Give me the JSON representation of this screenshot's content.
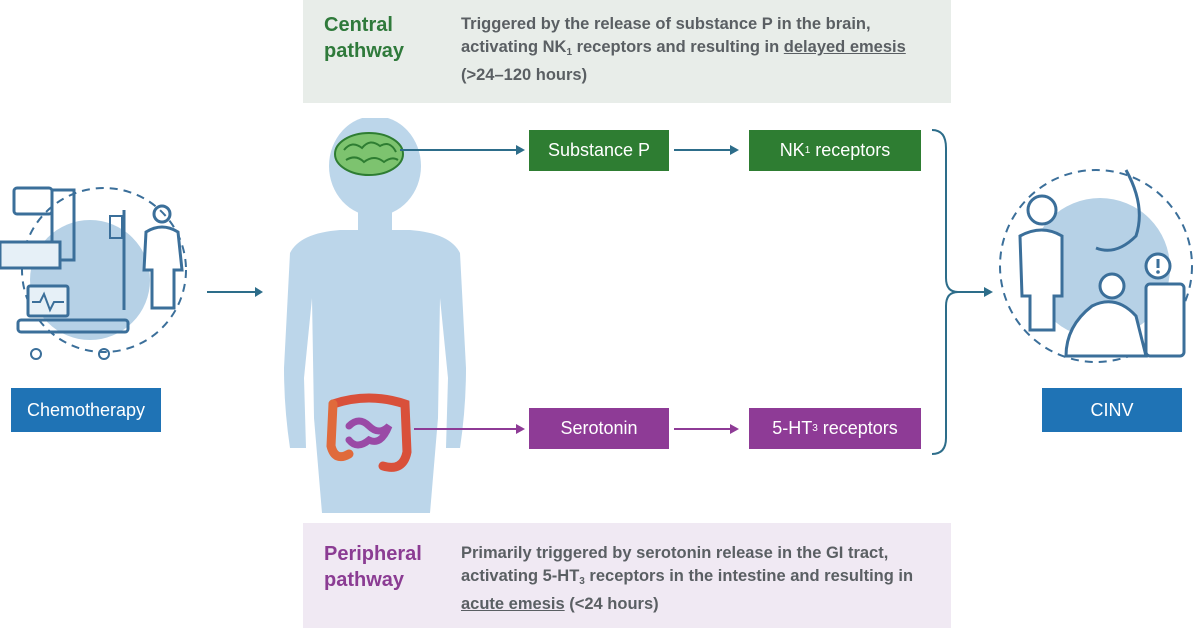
{
  "central": {
    "title": "Central pathway",
    "desc_before_sub": "Triggered by the release of substance P in the brain, activating NK",
    "sub": "1",
    "desc_after_sub": " receptors and resulting in ",
    "desc_underlined": "delayed emesis",
    "desc_end": " (>24–120 hours)"
  },
  "peripheral": {
    "title": "Peripheral pathway",
    "desc_before_sub": "Primarily triggered by serotonin release in the GI tract, activating 5-HT",
    "sub": "3",
    "desc_after_sub": " receptors in the intestine and resulting in ",
    "desc_underlined": "acute emesis",
    "desc_end": " (<24 hours)"
  },
  "nodes": {
    "substance_p": "Substance P",
    "nk_receptors_pre": "NK",
    "nk_receptors_sub": "1",
    "nk_receptors_post": " receptors",
    "serotonin": "Serotonin",
    "ht_receptors_pre": "5-HT",
    "ht_receptors_sub": "3",
    "ht_receptors_post": " receptors",
    "chemotherapy": "Chemotherapy",
    "cinv": "CINV"
  },
  "colors": {
    "central_green": "#2e7d32",
    "peripheral_purple": "#8e3b96",
    "accent_blue": "#1f73b5",
    "body_blue": "#bcd6ea",
    "arrow": "#2d6d8a"
  },
  "icons": [
    "chemotherapy-equipment-icon",
    "human-body-icon",
    "brain-icon",
    "intestine-icon",
    "nausea-patient-icon",
    "alert-icon"
  ]
}
